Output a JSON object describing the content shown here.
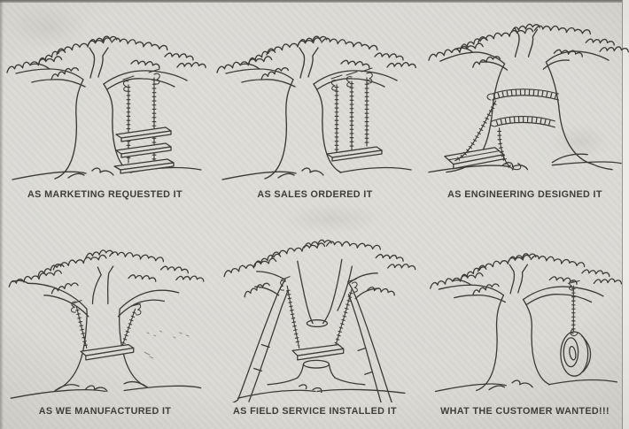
{
  "page": {
    "paper_color": "#d9d8d3",
    "ink_color": "#3b3a37"
  },
  "panels": [
    {
      "caption": "AS MARKETING REQUESTED IT",
      "drawing": "tree-swing-three-stacked-seats"
    },
    {
      "caption": "AS SALES ORDERED IT",
      "drawing": "tree-swing-three-ropes-one-seat"
    },
    {
      "caption": "AS ENGINEERING DESIGNED IT",
      "drawing": "tree-swing-rope-lashed-to-trunk-seat-on-ground"
    },
    {
      "caption": "AS WE MANUFACTURED IT",
      "drawing": "tree-swing-seat-against-trunk"
    },
    {
      "caption": "AS FIELD SERVICE INSTALLED IT",
      "drawing": "tree-felled-swing-hung-between-props"
    },
    {
      "caption": "WHAT THE CUSTOMER WANTED!!!",
      "drawing": "tree-with-simple-tire-swing"
    }
  ]
}
